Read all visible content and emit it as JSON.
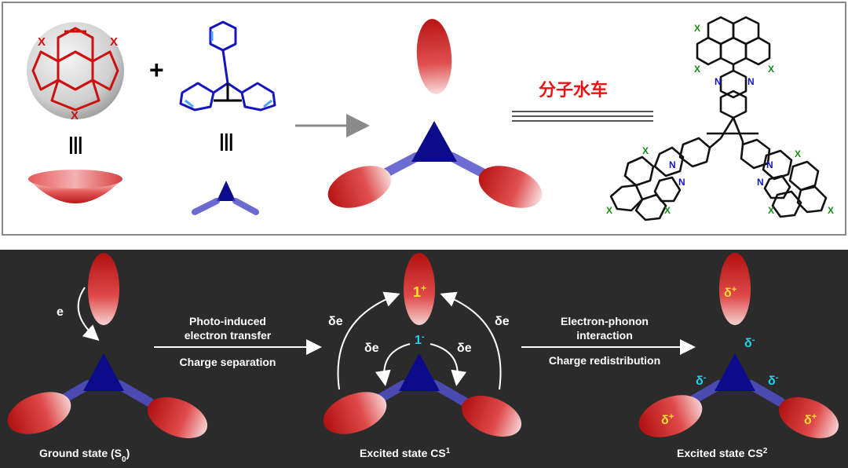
{
  "top_panel": {
    "operator_plus": "+",
    "equivalence": "Ⅲ",
    "title_cn": "分子水车",
    "atom_x": "X",
    "atom_n": "N"
  },
  "bottom_panel": {
    "electron_label": "e",
    "delta_e": "δe",
    "step1": {
      "line1": "Photo-induced",
      "line2": "electron transfer",
      "line3": "Charge separation"
    },
    "step2": {
      "line1": "Electron-phonon",
      "line2": "interaction",
      "line3": "Charge redistribution"
    },
    "state_ground": "Ground state (S",
    "state_ground_sub": "0",
    "state_ground_close": ")",
    "state_cs1": "Excited state CS",
    "state_cs1_sup": "1",
    "state_cs2": "Excited state CS",
    "state_cs2_sup": "2",
    "charge_1plus": "1",
    "charge_1minus": "1",
    "charge_plus": "+",
    "charge_minus": "-",
    "delta_plus": "δ",
    "delta_minus": "δ"
  },
  "colors": {
    "bowl_red": "#d42a2a",
    "core_blue": "#0b0b8c",
    "molecule_red": "#cc1111",
    "molecule_blue": "#1515c0",
    "cn_title_red": "#ee1111",
    "dark_bg": "#2b2b2b",
    "yellow_charge": "#ffe033",
    "cyan_charge": "#22d3ee",
    "green_x": "#1a8a1a"
  }
}
